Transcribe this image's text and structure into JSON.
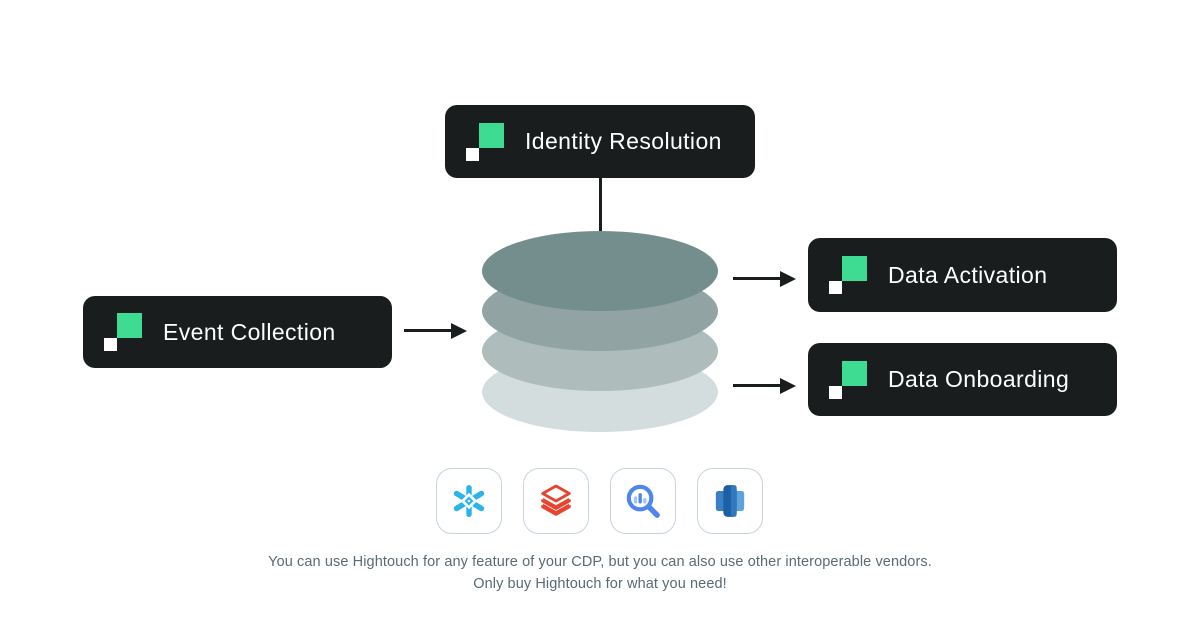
{
  "diagram": {
    "nodes": {
      "identity_resolution": {
        "label": "Identity Resolution"
      },
      "event_collection": {
        "label": "Event Collection"
      },
      "data_activation": {
        "label": "Data Activation"
      },
      "data_onboarding": {
        "label": "Data Onboarding"
      }
    },
    "warehouse": {
      "layer_count": 4,
      "layer_colors": [
        "#738e8c",
        "#91a3a2",
        "#aebcbc",
        "#d4dddd"
      ]
    },
    "vendors": [
      {
        "icon": "snowflake-icon"
      },
      {
        "icon": "databricks-icon"
      },
      {
        "icon": "bigquery-icon"
      },
      {
        "icon": "redshift-icon"
      }
    ]
  },
  "footer": {
    "line1": "You can use Hightouch for any feature of your CDP, but you can also use other interoperable vendors.",
    "line2": "Only buy Hightouch for what you need!"
  },
  "colors": {
    "badge_background": "#1a1d1e",
    "badge_text": "#ffffff",
    "brand_green": "#3edc92",
    "logo_white": "#ffffff",
    "arrow": "#1a1d1e",
    "tile_border": "#c7d3df",
    "footer_text": "#5a6a73",
    "snowflake_blue": "#29b5e8",
    "databricks_red": "#e8432e",
    "bigquery_blue": "#5086ec",
    "bigquery_light_blue": "#a0c3ff",
    "redshift_dark_blue": "#1d5fa4",
    "redshift_mid_blue": "#3b80c4",
    "redshift_light_blue": "#5da2da"
  }
}
